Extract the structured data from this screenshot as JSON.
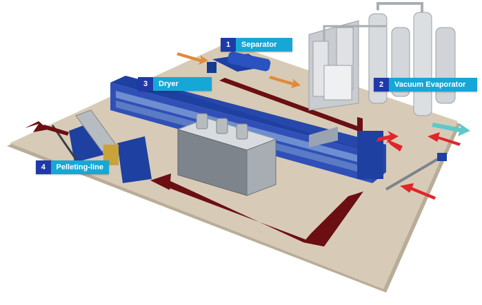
{
  "labels": [
    {
      "number": "1",
      "name": "Separator"
    },
    {
      "number": "2",
      "name": "Vacuum Evaporator"
    },
    {
      "number": "3",
      "name": "Dryer"
    },
    {
      "number": "4",
      "name": "Pelleting-line"
    }
  ],
  "colors": {
    "floor": "#d7cbb7",
    "number_badge": "#1f3aa8",
    "label_background": "#17a7d7",
    "machine_blue": "#1e40a0",
    "flow_arrow_dark_red": "#6b0f12",
    "inflow_arrow_red": "#e0262b",
    "input_arrow_orange": "#e08a3a",
    "outflow_arrow_teal": "#5ec8c8",
    "evaporator_metal": "#c9ccd0"
  },
  "icons": [
    "separator-machine",
    "vacuum-evaporator",
    "dryer-conveyor",
    "cooling-unit",
    "pelleting-line",
    "flow-arrow"
  ]
}
